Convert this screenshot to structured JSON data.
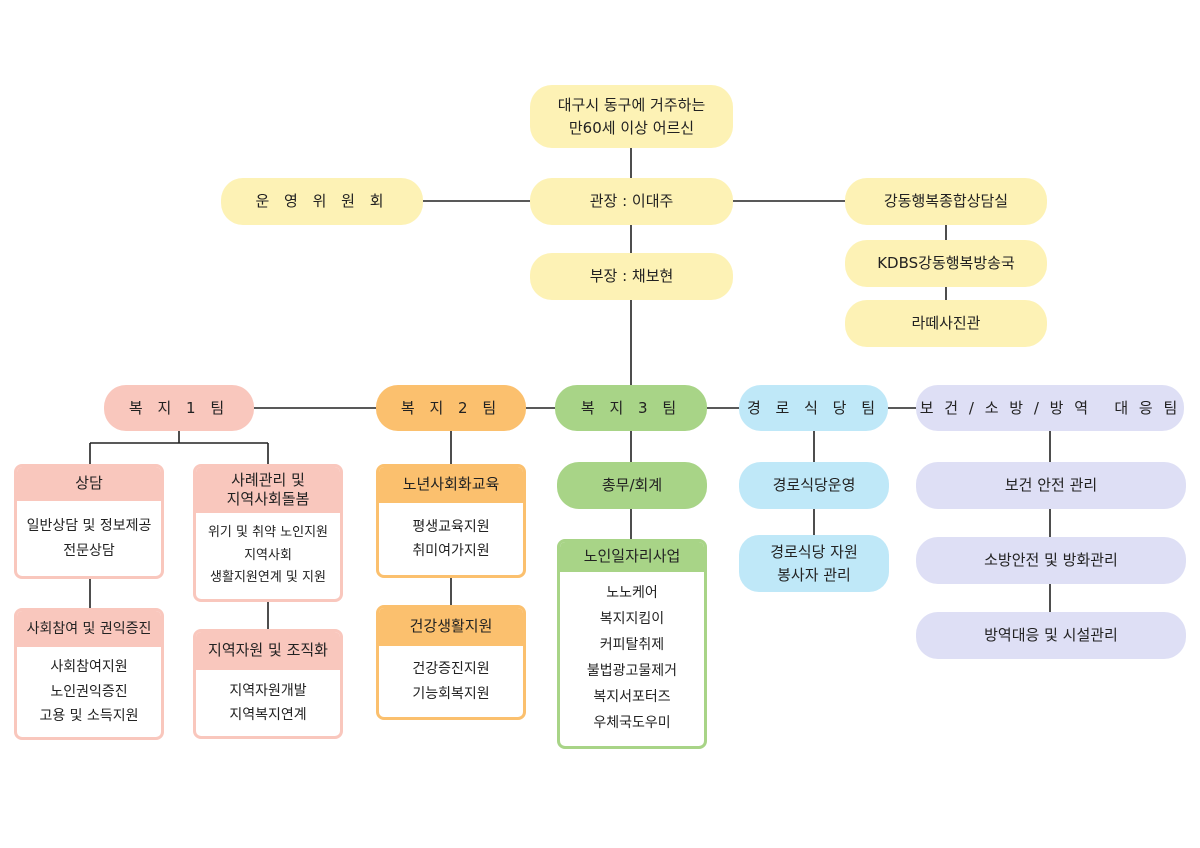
{
  "top": {
    "target": "대구시 동구에 거주하는\n만60세 이상 어르신"
  },
  "center": {
    "committee": "운 영 위 원 회",
    "director": "관장 : 이대주",
    "manager": "부장 : 채보현",
    "counsel": "강동행복종합상담실",
    "broadcast": "KDBS강동행복방송국",
    "photo": "라떼사진관"
  },
  "teams": {
    "team1": {
      "label": "복 지 1 팀",
      "boxes": [
        {
          "title": "상담",
          "items": "일반상담 및 정보제공\n전문상담"
        },
        {
          "title": "사회참여 및 권익증진",
          "items": "사회참여지원\n노인권익증진\n고용 및 소득지원"
        },
        {
          "title": "사례관리 및\n지역사회돌봄",
          "items": "위기 및 취약 노인지원\n지역사회\n생활지원연계 및 지원"
        },
        {
          "title": "지역자원 및 조직화",
          "items": "지역자원개발\n지역복지연계"
        }
      ]
    },
    "team2": {
      "label": "복 지 2 팀",
      "boxes": [
        {
          "title": "노년사회화교육",
          "items": "평생교육지원\n취미여가지원"
        },
        {
          "title": "건강생활지원",
          "items": "건강증진지원\n기능회복지원"
        }
      ]
    },
    "team3": {
      "label": "복 지 3 팀",
      "admin": "총무/회계",
      "job": {
        "title": "노인일자리사업",
        "items": "노노케어\n복지지킴이\n커피탈취제\n불법광고물제거\n복지서포터즈\n우체국도우미"
      }
    },
    "cafeteria": {
      "label": "경 로 식 당 팀",
      "items": [
        "경로식당운영",
        "경로식당 자원\n봉사자 관리"
      ]
    },
    "safety": {
      "label": "보 건 / 소 방 / 방 역   대 응 팀",
      "items": [
        "보건 안전 관리",
        "소방안전 및 방화관리",
        "방역대응 및 시설관리"
      ]
    }
  },
  "colors": {
    "yellow": "#fdf2b5",
    "pink": "#f9c7bd",
    "orange": "#fbc06e",
    "green": "#a8d487",
    "blue": "#bfe8f8",
    "lavender": "#dedff5",
    "line": "#222222"
  }
}
